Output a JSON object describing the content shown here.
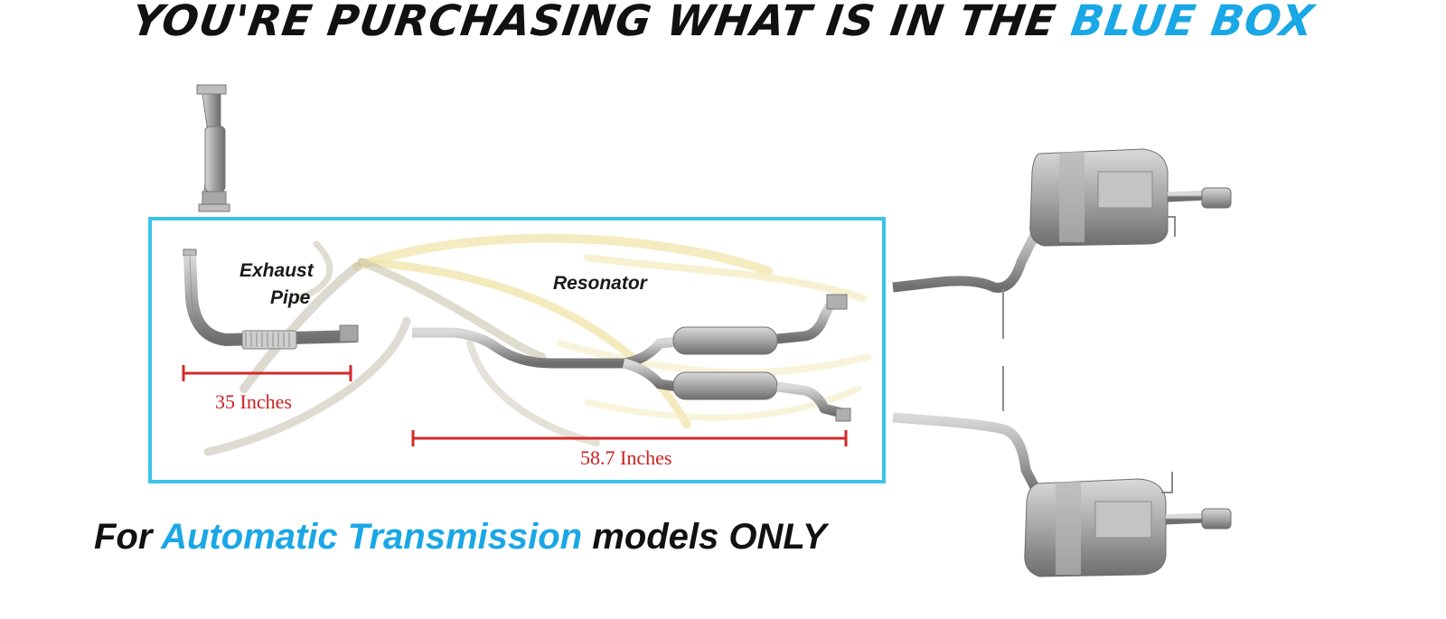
{
  "headline": {
    "lead": "YOU'RE PURCHASING WHAT IS IN THE",
    "highlight": "BLUE BOX"
  },
  "labels": {
    "exhaust_pipe_line1": "Exhaust",
    "exhaust_pipe_line2": "Pipe",
    "resonator": "Resonator"
  },
  "dimensions": {
    "exhaust_pipe_length": "35 Inches",
    "resonator_length": "58.7 Inches"
  },
  "footnote": {
    "prefix": "For",
    "highlight": "Automatic Transmission",
    "suffix": "models ONLY"
  },
  "colors": {
    "box_border": "#3cc3e8",
    "highlight_text": "#1aa7e6",
    "dimension_line": "#d42a2a",
    "pipe_metal": "#9a9a9a"
  }
}
